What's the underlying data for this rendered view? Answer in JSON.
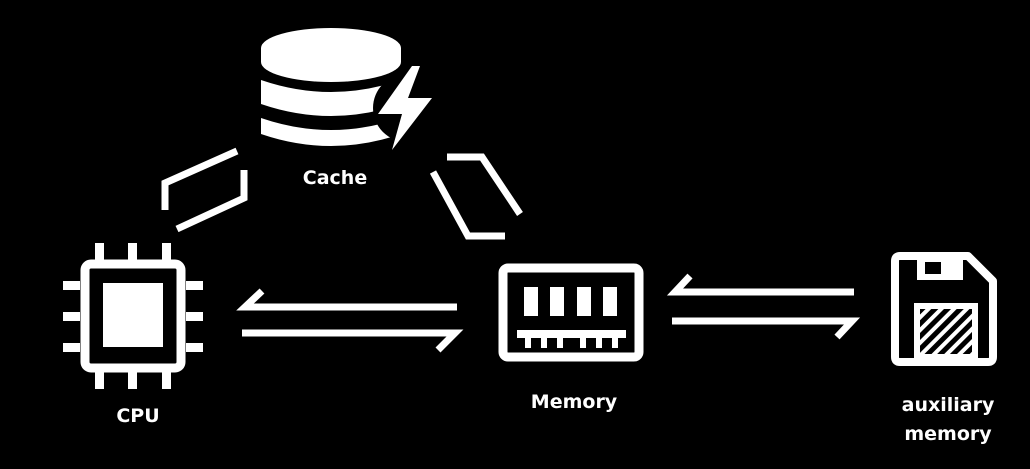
{
  "colors": {
    "background": "#000000",
    "foreground": "#ffffff"
  },
  "nodes": {
    "cache": {
      "label": "Cache",
      "icon": "database-lightning-icon"
    },
    "cpu": {
      "label": "CPU",
      "icon": "cpu-chip-icon"
    },
    "memory": {
      "label": "Memory",
      "icon": "ram-module-icon"
    },
    "auxiliary": {
      "label_line1": "auxiliary",
      "label_line2": "memory",
      "icon": "floppy-disk-icon"
    }
  },
  "edges": [
    {
      "from": "cpu",
      "to": "cache",
      "direction": "bidirectional"
    },
    {
      "from": "cache",
      "to": "memory",
      "direction": "bidirectional"
    },
    {
      "from": "cpu",
      "to": "memory",
      "direction": "bidirectional"
    },
    {
      "from": "memory",
      "to": "auxiliary",
      "direction": "bidirectional"
    }
  ]
}
